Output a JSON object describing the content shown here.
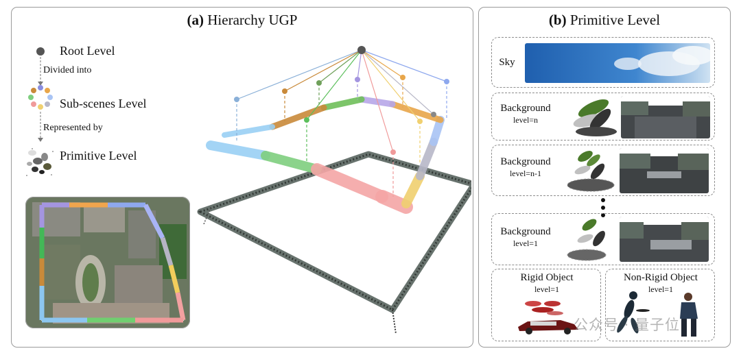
{
  "panel_a": {
    "title_tag": "(a)",
    "title_text": "Hierarchy UGP",
    "root_label": "Root Level",
    "divided_label": "Divided into",
    "subscenes_label": "Sub-scenes Level",
    "represented_label": "Represented by",
    "primitive_label": "Primitive Level"
  },
  "panel_b": {
    "title_tag": "(b)",
    "title_text": "Primitive Level",
    "rows": [
      {
        "label": "Sky",
        "sub": ""
      },
      {
        "label": "Background",
        "sub": "level=n"
      },
      {
        "label": "Background",
        "sub": "level=n-1"
      },
      {
        "label": "Background",
        "sub": "level=1"
      }
    ],
    "rigid": {
      "label": "Rigid Object",
      "sub": "level=1"
    },
    "nonrigid": {
      "label": "Non-Rigid Object",
      "sub": "level=1"
    }
  },
  "watermark": "公众号 · 量子位",
  "colors": {
    "root": "#555555",
    "subscenes": [
      "#8a8ee0",
      "#e8a64a",
      "#a9c4f4",
      "#b8b8c8",
      "#f0d070",
      "#f09a9a",
      "#7fcf7f",
      "#9ad0f4",
      "#c98a3a"
    ],
    "frame": "#9a9a9a"
  }
}
